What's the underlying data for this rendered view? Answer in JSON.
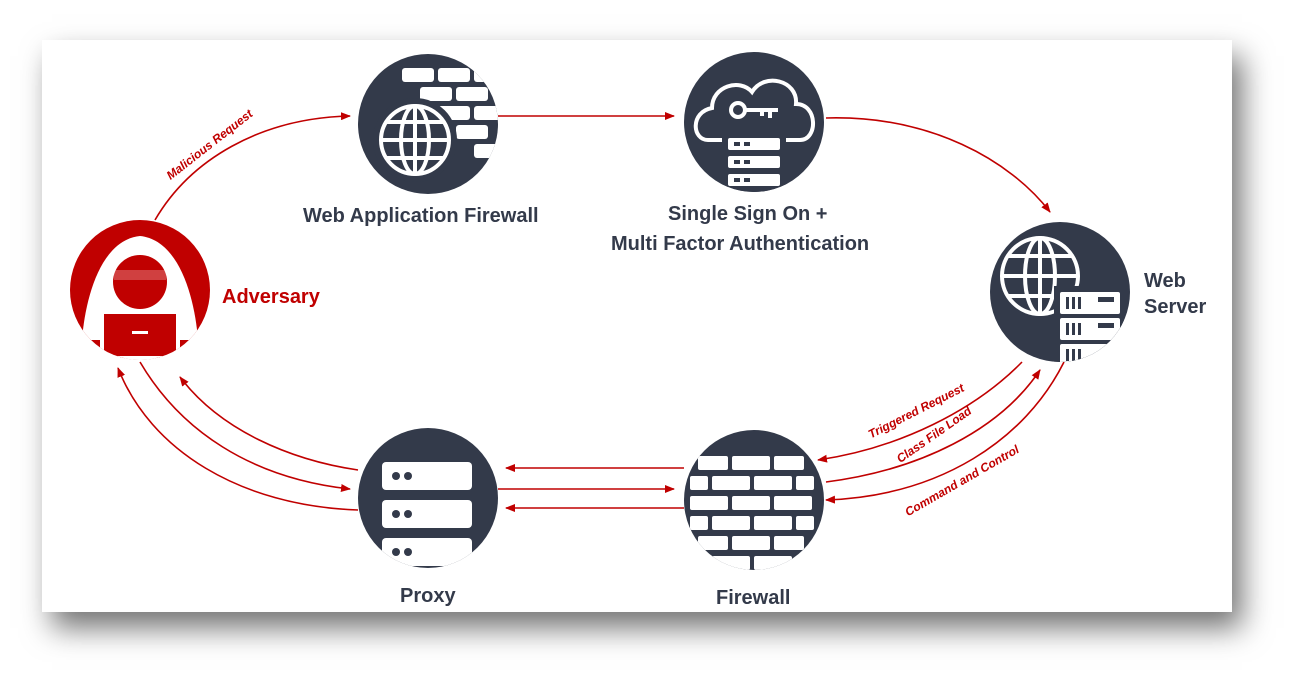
{
  "nodes": {
    "adversary": {
      "label": "Adversary",
      "icon": "hooded-hacker-icon"
    },
    "waf": {
      "label": "Web Application Firewall",
      "icon": "globe-firewall-icon"
    },
    "sso": {
      "label_line1": "Single Sign On +",
      "label_line2": "Multi Factor Authentication",
      "icon": "cloud-key-server-icon"
    },
    "web_server": {
      "label_line1": "Web",
      "label_line2": "Server",
      "icon": "globe-server-icon"
    },
    "firewall": {
      "label": "Firewall",
      "icon": "brick-wall-icon"
    },
    "proxy": {
      "label": "Proxy",
      "icon": "server-rack-icon"
    }
  },
  "edges": {
    "malicious_request": "Malicious Request",
    "triggered_request": "Triggered Request",
    "class_file_load": "Class File Load",
    "command_and_control": "Command and Control"
  },
  "colors": {
    "node": "#333a4a",
    "accent": "#c00000",
    "adversary": "#c00000"
  }
}
